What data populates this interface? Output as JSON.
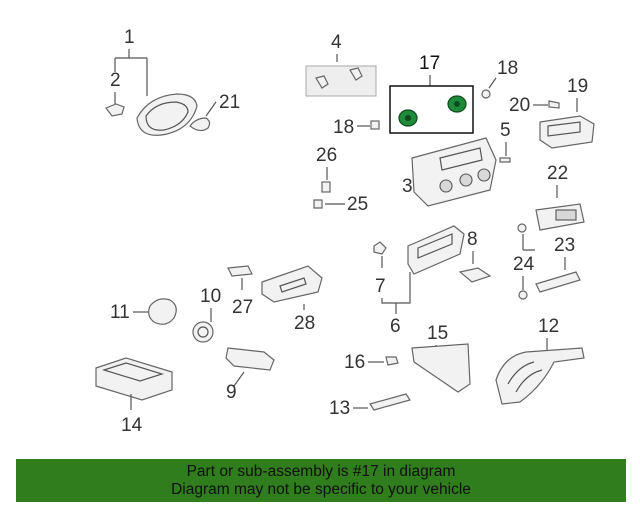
{
  "callouts": {
    "c1": "1",
    "c2": "2",
    "c3": "3",
    "c4": "4",
    "c5": "5",
    "c6": "6",
    "c7": "7",
    "c8": "8",
    "c9": "9",
    "c10": "10",
    "c11": "11",
    "c13": "13",
    "c14": "14",
    "c15": "15",
    "c16": "16",
    "c17": "17",
    "c18a": "18",
    "c18b": "18",
    "c19": "19",
    "c20": "20",
    "c21": "21",
    "c22": "22",
    "c23": "23",
    "c24": "24",
    "c25": "25",
    "c26": "26",
    "c27": "27",
    "c28": "28",
    "c12": "12"
  },
  "highlighted_part": "17",
  "banner": {
    "line1": "Part or sub-assembly is #17 in diagram",
    "line2": "Diagram may not be specific to your vehicle",
    "color": "#2f7d1c"
  },
  "colors": {
    "highlight_part": "#1f8a3a",
    "line": "#555555"
  }
}
